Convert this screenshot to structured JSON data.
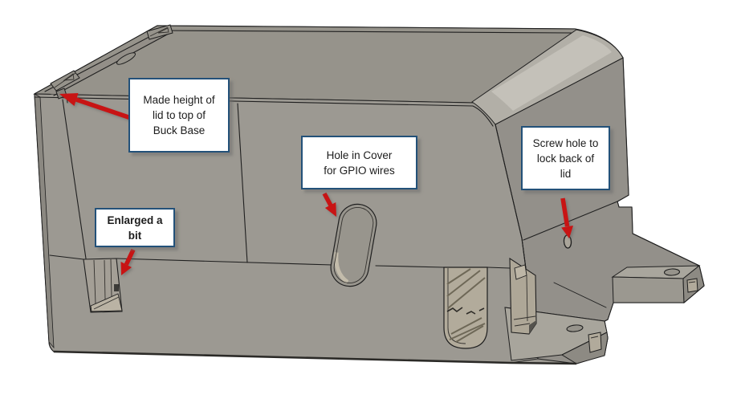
{
  "scene": {
    "description": "3D CAD render of a gray two-part enclosure (lid over Buck converter base) annotated with four callout labels and red leader arrows",
    "background_color": "#ffffff"
  },
  "callouts": [
    {
      "id": "lid-height",
      "lines": [
        "Made height of",
        "lid to top of",
        "Buck Base"
      ],
      "bold": false
    },
    {
      "id": "gpio-hole",
      "lines": [
        "Hole in Cover",
        "for GPIO wires"
      ],
      "bold": false
    },
    {
      "id": "screw-lock",
      "lines": [
        "Screw hole to",
        "lock back of",
        "lid"
      ],
      "bold": false
    },
    {
      "id": "enlarged",
      "lines": [
        "Enlarged a",
        "bit"
      ],
      "bold": true
    }
  ],
  "colors": {
    "model_front": "#9c9992",
    "model_top": "#96938b",
    "model_right": "#93908a",
    "fillet_highlight": "#c7c4bc",
    "inner_cut_tan": "#b2ab9b",
    "outline": "#1f1f1f",
    "arrow_red": "#c81414",
    "callout_border": "#235179",
    "callout_bg": "#ffffff",
    "callout_text": "#1c1c1c"
  }
}
